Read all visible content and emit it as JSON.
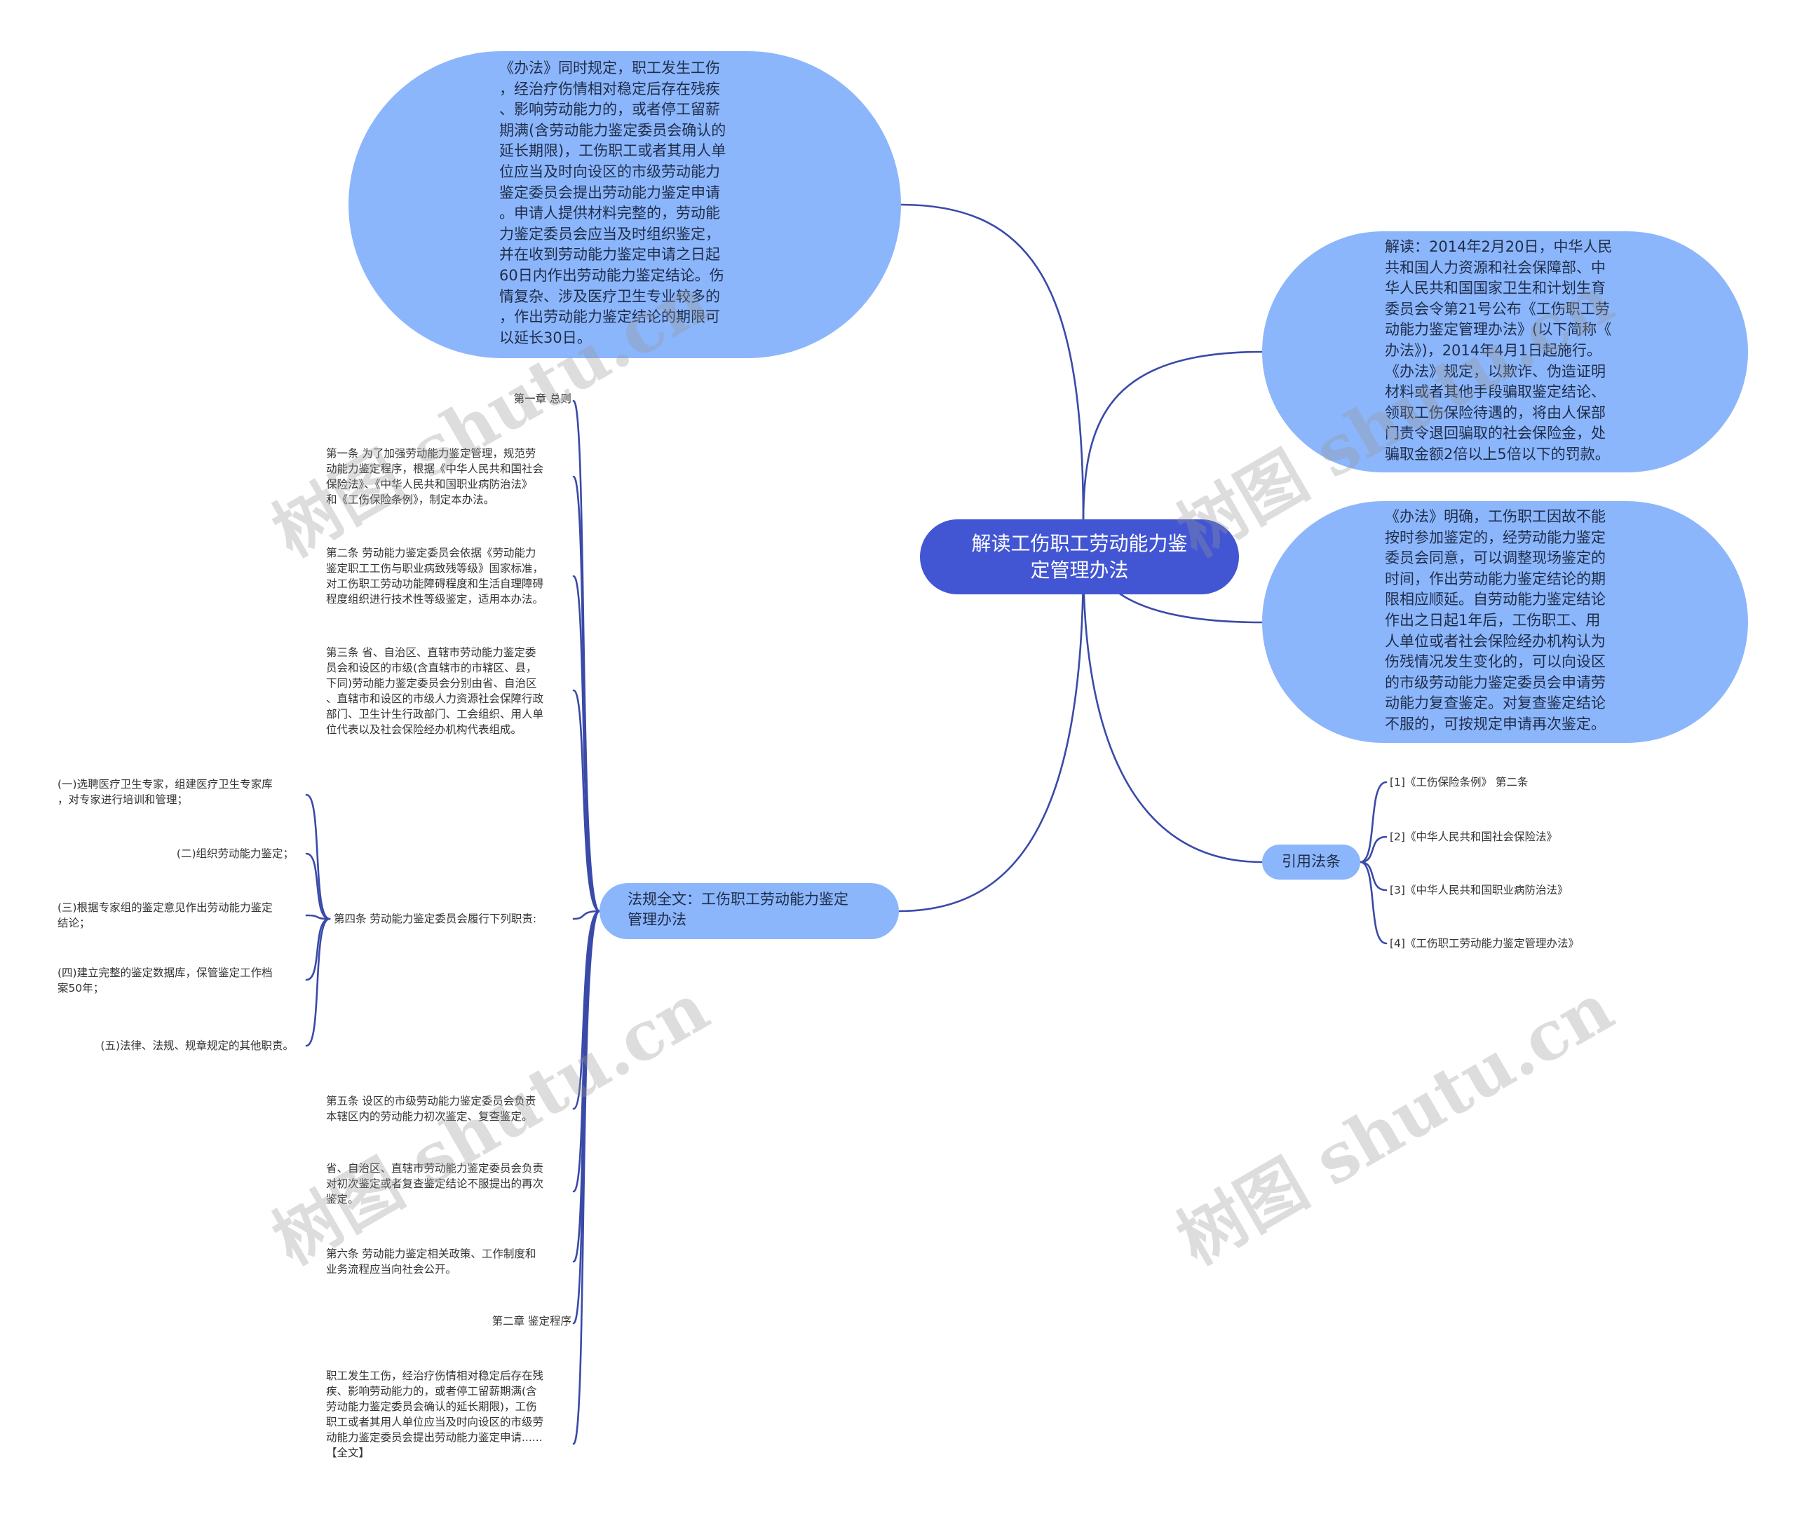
{
  "root": {
    "label": "解读工伤职工劳动能力鉴\n定管理办法"
  },
  "bubbles": {
    "top": "《办法》同时规定，职工发生工伤\n，经治疗伤情相对稳定后存在残疾\n、影响劳动能力的，或者停工留薪\n期满(含劳动能力鉴定委员会确认的\n延长期限)，工伤职工或者其用人单\n位应当及时向设区的市级劳动能力\n鉴定委员会提出劳动能力鉴定申请\n。申请人提供材料完整的，劳动能\n力鉴定委员会应当及时组织鉴定，\n并在收到劳动能力鉴定申请之日起\n60日内作出劳动能力鉴定结论。伤\n情复杂、涉及医疗卫生专业较多的\n，作出劳动能力鉴定结论的期限可\n以延长30日。",
    "right1": "解读：2014年2月20日，中华人民\n共和国人力资源和社会保障部、中\n华人民共和国国家卫生和计划生育\n委员会令第21号公布《工伤职工劳\n动能力鉴定管理办法》(以下简称《\n办法》)，2014年4月1日起施行。\n《办法》规定，以欺诈、伪造证明\n材料或者其他手段骗取鉴定结论、\n领取工伤保险待遇的，将由人保部\n门责令退回骗取的社会保险金，处\n骗取金额2倍以上5倍以下的罚款。",
    "right2": "《办法》明确，工伤职工因故不能\n按时参加鉴定的，经劳动能力鉴定\n委员会同意，可以调整现场鉴定的\n时间，作出劳动能力鉴定结论的期\n限相应顺延。自劳动能力鉴定结论\n作出之日起1年后，工伤职工、用\n人单位或者社会保险经办机构认为\n伤残情况发生变化的，可以向设区\n的市级劳动能力鉴定委员会申请劳\n动能力复查鉴定。对复查鉴定结论\n不服的，可按规定申请再次鉴定。"
  },
  "law_node": {
    "label": "法规全文：工伤职工劳动能力鉴定\n管理办法"
  },
  "cite_node": {
    "label": "引用法条"
  },
  "law_items": [
    "第一章 总则",
    "第一条 为了加强劳动能力鉴定管理，规范劳\n动能力鉴定程序，根据《中华人民共和国社会\n保险法》、《中华人民共和国职业病防治法》\n和《工伤保险条例》，制定本办法。",
    "第二条 劳动能力鉴定委员会依据《劳动能力\n鉴定职工工伤与职业病致残等级》国家标准，\n对工伤职工劳动功能障碍程度和生活自理障碍\n程度组织进行技术性等级鉴定，适用本办法。",
    "第三条 省、自治区、直辖市劳动能力鉴定委\n员会和设区的市级(含直辖市的市辖区、县，\n下同)劳动能力鉴定委员会分别由省、自治区\n、直辖市和设区的市级人力资源社会保障行政\n部门、卫生计生行政部门、工会组织、用人单\n位代表以及社会保险经办机构代表组成。",
    "第四条 劳动能力鉴定委员会履行下列职责:",
    "第五条 设区的市级劳动能力鉴定委员会负责\n本辖区内的劳动能力初次鉴定、复查鉴定。",
    "省、自治区、直辖市劳动能力鉴定委员会负责\n对初次鉴定或者复查鉴定结论不服提出的再次\n鉴定。",
    "第六条 劳动能力鉴定相关政策、工作制度和\n业务流程应当向社会公开。",
    "第二章 鉴定程序",
    "职工发生工伤，经治疗伤情相对稳定后存在残\n疾、影响劳动能力的，或者停工留薪期满(含\n劳动能力鉴定委员会确认的延长期限)，工伤\n职工或者其用人单位应当及时向设区的市级劳\n动能力鉴定委员会提出劳动能力鉴定申请......\n【全文】"
  ],
  "duty_items": [
    "(一)选聘医疗卫生专家，组建医疗卫生专家库\n，对专家进行培训和管理；",
    "(二)组织劳动能力鉴定；",
    "(三)根据专家组的鉴定意见作出劳动能力鉴定\n结论；",
    "(四)建立完整的鉴定数据库，保管鉴定工作档\n案50年；",
    "(五)法律、法规、规章规定的其他职责。"
  ],
  "cite_items": [
    "[1]《工伤保险条例》 第二条",
    "[2]《中华人民共和国社会保险法》",
    "[3]《中华人民共和国职业病防治法》",
    "[4]《工伤职工劳动能力鉴定管理办法》"
  ],
  "watermarks": [
    "树图 shutu.cn",
    "树图 shutu.cn",
    "树图 shutu.cn",
    "树图 shutu.cn"
  ],
  "colors": {
    "line": "#3a4aa8",
    "root": "#4256d4",
    "bubble": "#8cb6fb"
  }
}
